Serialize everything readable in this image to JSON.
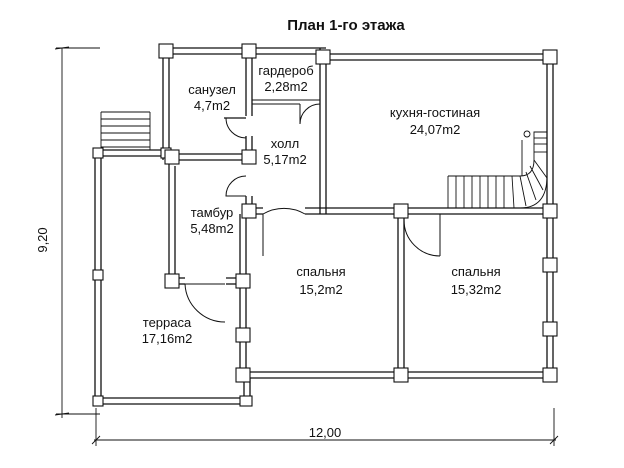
{
  "title": "План 1-го этажа",
  "dimensions": {
    "width": "12,00",
    "height": "9,20"
  },
  "rooms": {
    "sanuzel": {
      "name": "санузел",
      "area": "4,7m2"
    },
    "garderob": {
      "name": "гардероб",
      "area": "2,28m2"
    },
    "kitchen": {
      "name": "кухня-гостиная",
      "area": "24,07m2"
    },
    "hall": {
      "name": "холл",
      "area": "5,17m2"
    },
    "tambur": {
      "name": "тамбур",
      "area": "5,48m2"
    },
    "bedroom1": {
      "name": "спальня",
      "area": "15,2m2"
    },
    "bedroom2": {
      "name": "спальня",
      "area": "15,32m2"
    },
    "terrace": {
      "name": "терраса",
      "area": "17,16m2"
    }
  }
}
